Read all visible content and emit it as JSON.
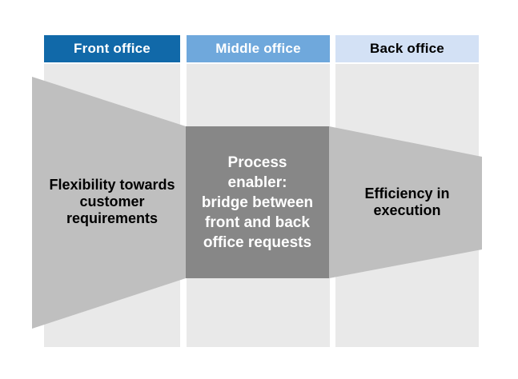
{
  "slide": {
    "background": "#FFFFFF",
    "column_body_bg": "#E9E9E9"
  },
  "columns": [
    {
      "name": "front-office",
      "header": {
        "label": "Front office",
        "bg": "#1169A9",
        "text_color": "#FFFFFF"
      }
    },
    {
      "name": "middle-office",
      "header": {
        "label": "Middle office",
        "bg": "#6FA8DC",
        "text_color": "#FFFFFF"
      }
    },
    {
      "name": "back-office",
      "header": {
        "label": "Back office",
        "bg": "#D3E1F5",
        "text_color": "#000000"
      }
    }
  ],
  "funnel": {
    "side_fill": "#BFBFBF",
    "center_fill": "#878787",
    "left": {
      "text": "Flexibility towards\ncustomer\nrequirements",
      "text_color": "#000000"
    },
    "center": {
      "text": "Process\nenabler:\nbridge between\nfront and back\noffice requests",
      "text_color": "#FFFFFF"
    },
    "right": {
      "text": "Efficiency in\nexecution",
      "text_color": "#000000"
    }
  }
}
